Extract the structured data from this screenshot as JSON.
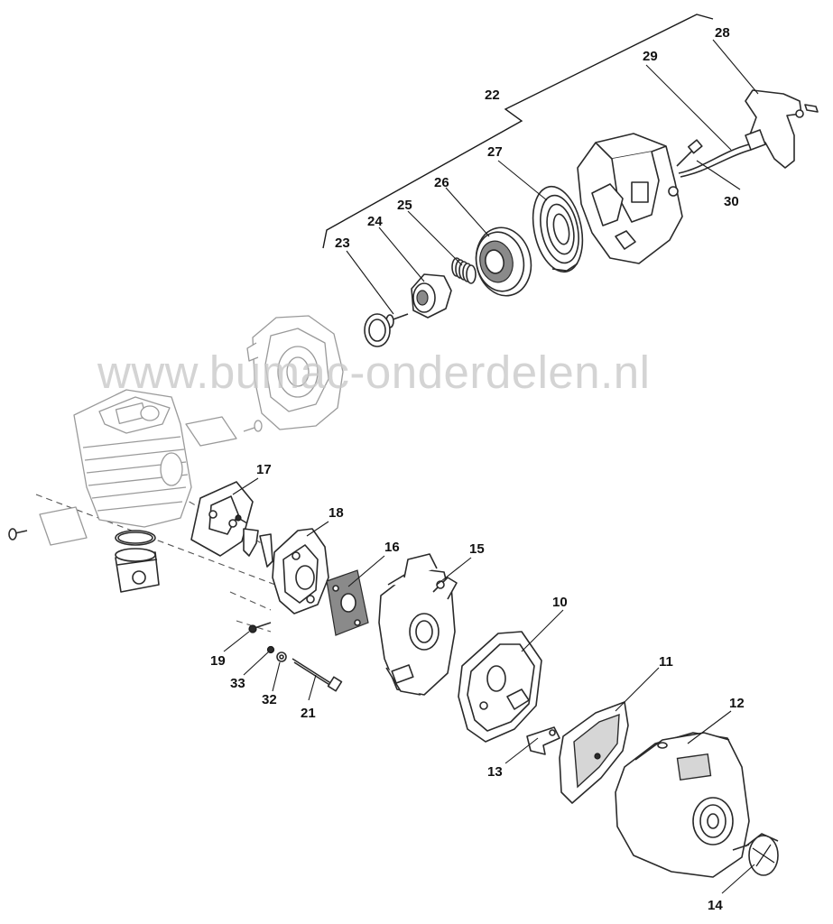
{
  "watermark": "www.bumac-onderdelen.nl",
  "parts": [
    {
      "number": "10"
    },
    {
      "number": "11"
    },
    {
      "number": "12"
    },
    {
      "number": "13"
    },
    {
      "number": "14"
    },
    {
      "number": "15"
    },
    {
      "number": "16"
    },
    {
      "number": "17"
    },
    {
      "number": "18"
    },
    {
      "number": "19"
    },
    {
      "number": "21"
    },
    {
      "number": "22"
    },
    {
      "number": "23"
    },
    {
      "number": "24"
    },
    {
      "number": "25"
    },
    {
      "number": "26"
    },
    {
      "number": "27"
    },
    {
      "number": "28"
    },
    {
      "number": "29"
    },
    {
      "number": "30"
    },
    {
      "number": "32"
    },
    {
      "number": "33"
    }
  ]
}
